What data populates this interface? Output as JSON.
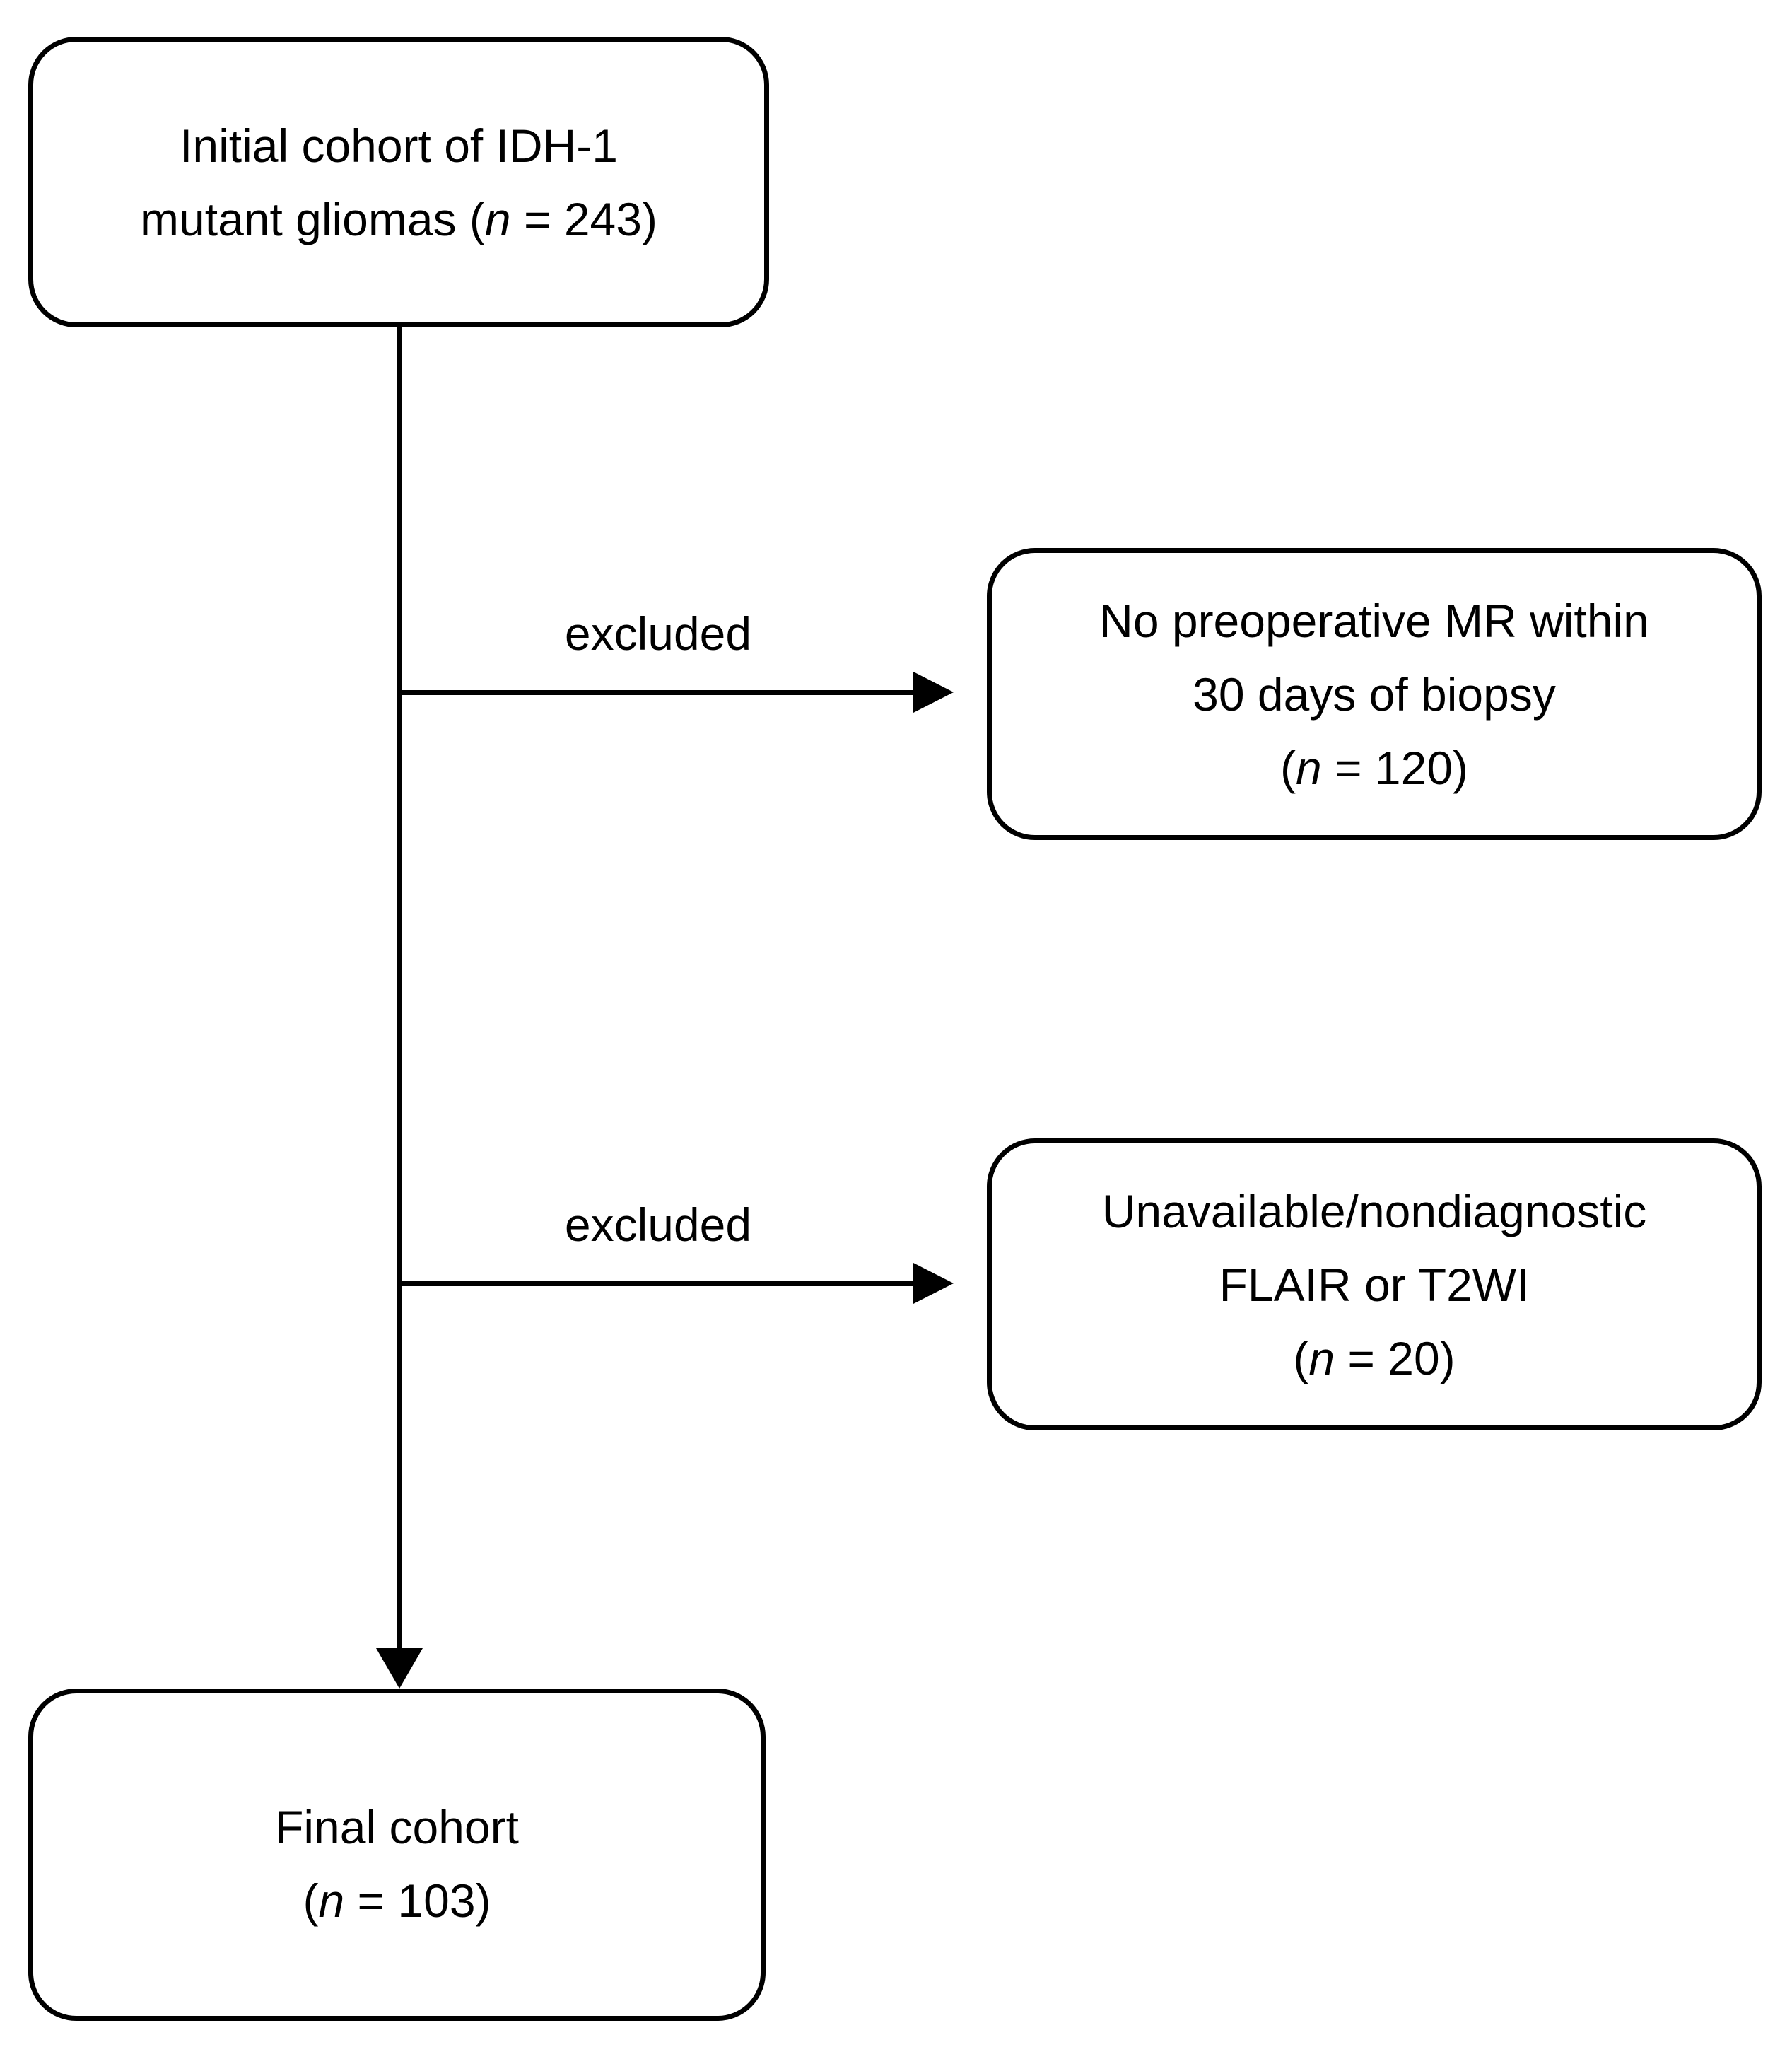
{
  "diagram_type": "flowchart",
  "colors": {
    "background": "#ffffff",
    "box_fill": "#ffffff",
    "box_border": "#000000",
    "text": "#000000",
    "arrow": "#000000"
  },
  "boxes": {
    "initial": {
      "line1": "Initial cohort of IDH-1",
      "line2_pre": "mutant gliomas (",
      "line2_n": "n",
      "line2_post": " = 243)",
      "value": 243
    },
    "exclusion1": {
      "line1": "No preoperative MR within",
      "line2": "30 days of biopsy",
      "count_pre": "(",
      "count_n": "n",
      "count_post": " = 120)",
      "value": 120
    },
    "exclusion2": {
      "line1": "Unavailable/nondiagnostic",
      "line2": "FLAIR or T2WI",
      "count_pre": "(",
      "count_n": "n",
      "count_post": " = 20)",
      "value": 20
    },
    "final": {
      "line1": "Final cohort",
      "count_pre": "(",
      "count_n": "n",
      "count_post": " = 103)",
      "value": 103
    }
  },
  "edges": {
    "exclusion1_label": "excluded",
    "exclusion2_label": "excluded"
  }
}
